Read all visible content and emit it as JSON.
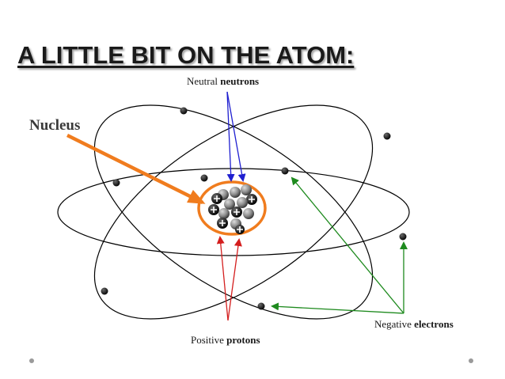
{
  "title": "A LITTLE BIT ON THE ATOM:",
  "labels": {
    "nucleus": "Nucleus",
    "neutrons_prefix": "Neutral",
    "neutrons_bold": "neutrons",
    "protons_prefix": "Positive",
    "protons_bold": "protons",
    "electrons_prefix": "Negative",
    "electrons_bold": "electrons"
  },
  "colors": {
    "nucleus_arrow": "#f07c1e",
    "neutron_arrows": "#1f1fd0",
    "proton_arrows": "#d41e1e",
    "electron_arrows": "#1e8a1e",
    "orbit": "#000000",
    "background": "#ffffff"
  }
}
